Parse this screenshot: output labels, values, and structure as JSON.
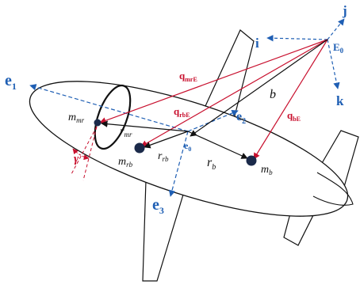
{
  "colors": {
    "blue": "#1f5fb4",
    "red": "#c8102e",
    "black": "#111111",
    "mass_fill": "#1b2a4a"
  },
  "labels": {
    "E0": {
      "main": "E",
      "sub": "0"
    },
    "i": "i",
    "j": "j",
    "k": "k",
    "e1": {
      "main": "e",
      "sub": "1"
    },
    "e2": {
      "main": "e",
      "sub": "2"
    },
    "e3": {
      "main": "e",
      "sub": "3"
    },
    "e0": {
      "main": "e",
      "sub": "0"
    },
    "q_mrE": {
      "main": "q",
      "sub": "mrE"
    },
    "q_rbE": {
      "main": "q",
      "sub": "rbE"
    },
    "q_bE": {
      "main": "q",
      "sub": "bE"
    },
    "b": "b",
    "m_mr": {
      "main": "m",
      "sub": "mr"
    },
    "m_rb": {
      "main": "m",
      "sub": "rb"
    },
    "m_b": {
      "main": "m",
      "sub": "b"
    },
    "r_mr": {
      "main": "r",
      "sub": "mr"
    },
    "r_rb": {
      "main": "r",
      "sub": "rb"
    },
    "r_b": {
      "main": "r",
      "sub": "b"
    },
    "gamma": "γ"
  }
}
